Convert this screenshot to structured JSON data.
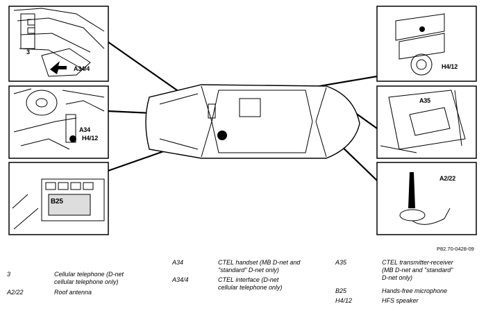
{
  "callouts": {
    "panel_top_left_3": "3",
    "panel_top_left_a34_4": "A34/4",
    "panel_mid_left_a34": "A34",
    "panel_mid_left_h4_12": "H4/12",
    "panel_bottom_left_b25": "B25",
    "panel_top_right_h4_12": "H4/12",
    "panel_mid_right_a35": "A35",
    "panel_bottom_right_a2_22": "A2/22"
  },
  "figure_ref": "P82.70-0428-09",
  "legend": [
    {
      "code": "3",
      "text": "Cellular telephone (D-net\ncellular telephone only)"
    },
    {
      "code": "A2/22",
      "text": "Roof antenna"
    },
    {
      "code": "A34",
      "text": "CTEL handset (MB D-net and\n\"standard\" D-net only)"
    },
    {
      "code": "A34/4",
      "text": "CTEL interface (D-net\ncellular telephone only)"
    },
    {
      "code": "A35",
      "text": "CTEL transmitter-receiver\n(MB D-net and \"standard\"\nD-net only)"
    },
    {
      "code": "B25",
      "text": "Hands-free microphone"
    },
    {
      "code": "H4/12",
      "text": "HFS speaker"
    }
  ]
}
